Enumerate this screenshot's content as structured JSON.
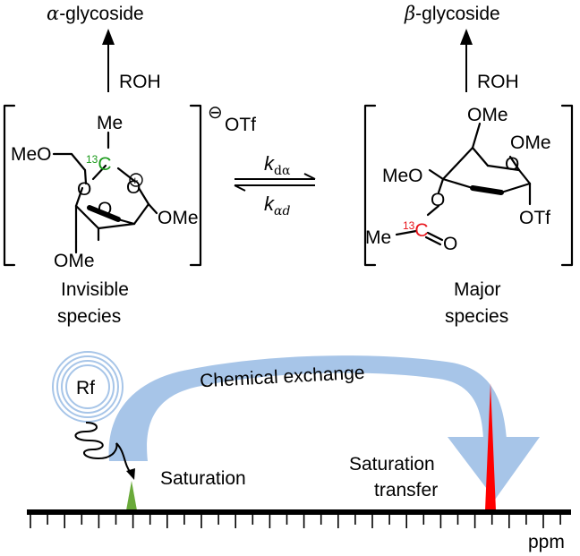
{
  "top": {
    "alpha_product": {
      "greek": "α",
      "suffix": "-glycoside"
    },
    "beta_product": {
      "greek": "β",
      "suffix": "-glycoside"
    },
    "reagent_left": "ROH",
    "reagent_right": "ROH"
  },
  "invisible_species": {
    "counterion": "OTf",
    "charge_symbol": "⊖",
    "cation_symbol": "+",
    "label_line1": "Invisible",
    "label_line2": "species",
    "atoms": {
      "me_top": "Me",
      "isotope": "13",
      "carbon": "C",
      "meo_left": "MeO",
      "o_bridge_1": "O",
      "o_bridge_2": "O",
      "o_ring": "O",
      "ome_right": "OMe",
      "ome_bottom": "OMe"
    }
  },
  "equilibrium": {
    "forward": {
      "k": "k",
      "sub": "dα"
    },
    "reverse": {
      "k": "k",
      "sub": "αd"
    }
  },
  "major_species": {
    "label_line1": "Major",
    "label_line2": "species",
    "atoms": {
      "ome_top": "OMe",
      "ome_right": "OMe",
      "meo_left": "MeO",
      "o_acyl": "O",
      "o_ring": "O",
      "otf": "OTf",
      "isotope": "13",
      "carbon": "C",
      "o_carbonyl": "O",
      "me": "Me"
    }
  },
  "nmr": {
    "rf_label": "Rf",
    "exchange_label": "Chemical exchange",
    "saturation_label": "Saturation",
    "transfer_label_line1": "Saturation",
    "transfer_label_line2": "transfer",
    "axis_unit": "ppm"
  },
  "colors": {
    "isotope_green": "#1a9a1a",
    "isotope_red": "#e8141b",
    "arrow_blue": "#a7c5e8",
    "peak_green": "#6aaa3a",
    "peak_red": "#ff0000"
  }
}
